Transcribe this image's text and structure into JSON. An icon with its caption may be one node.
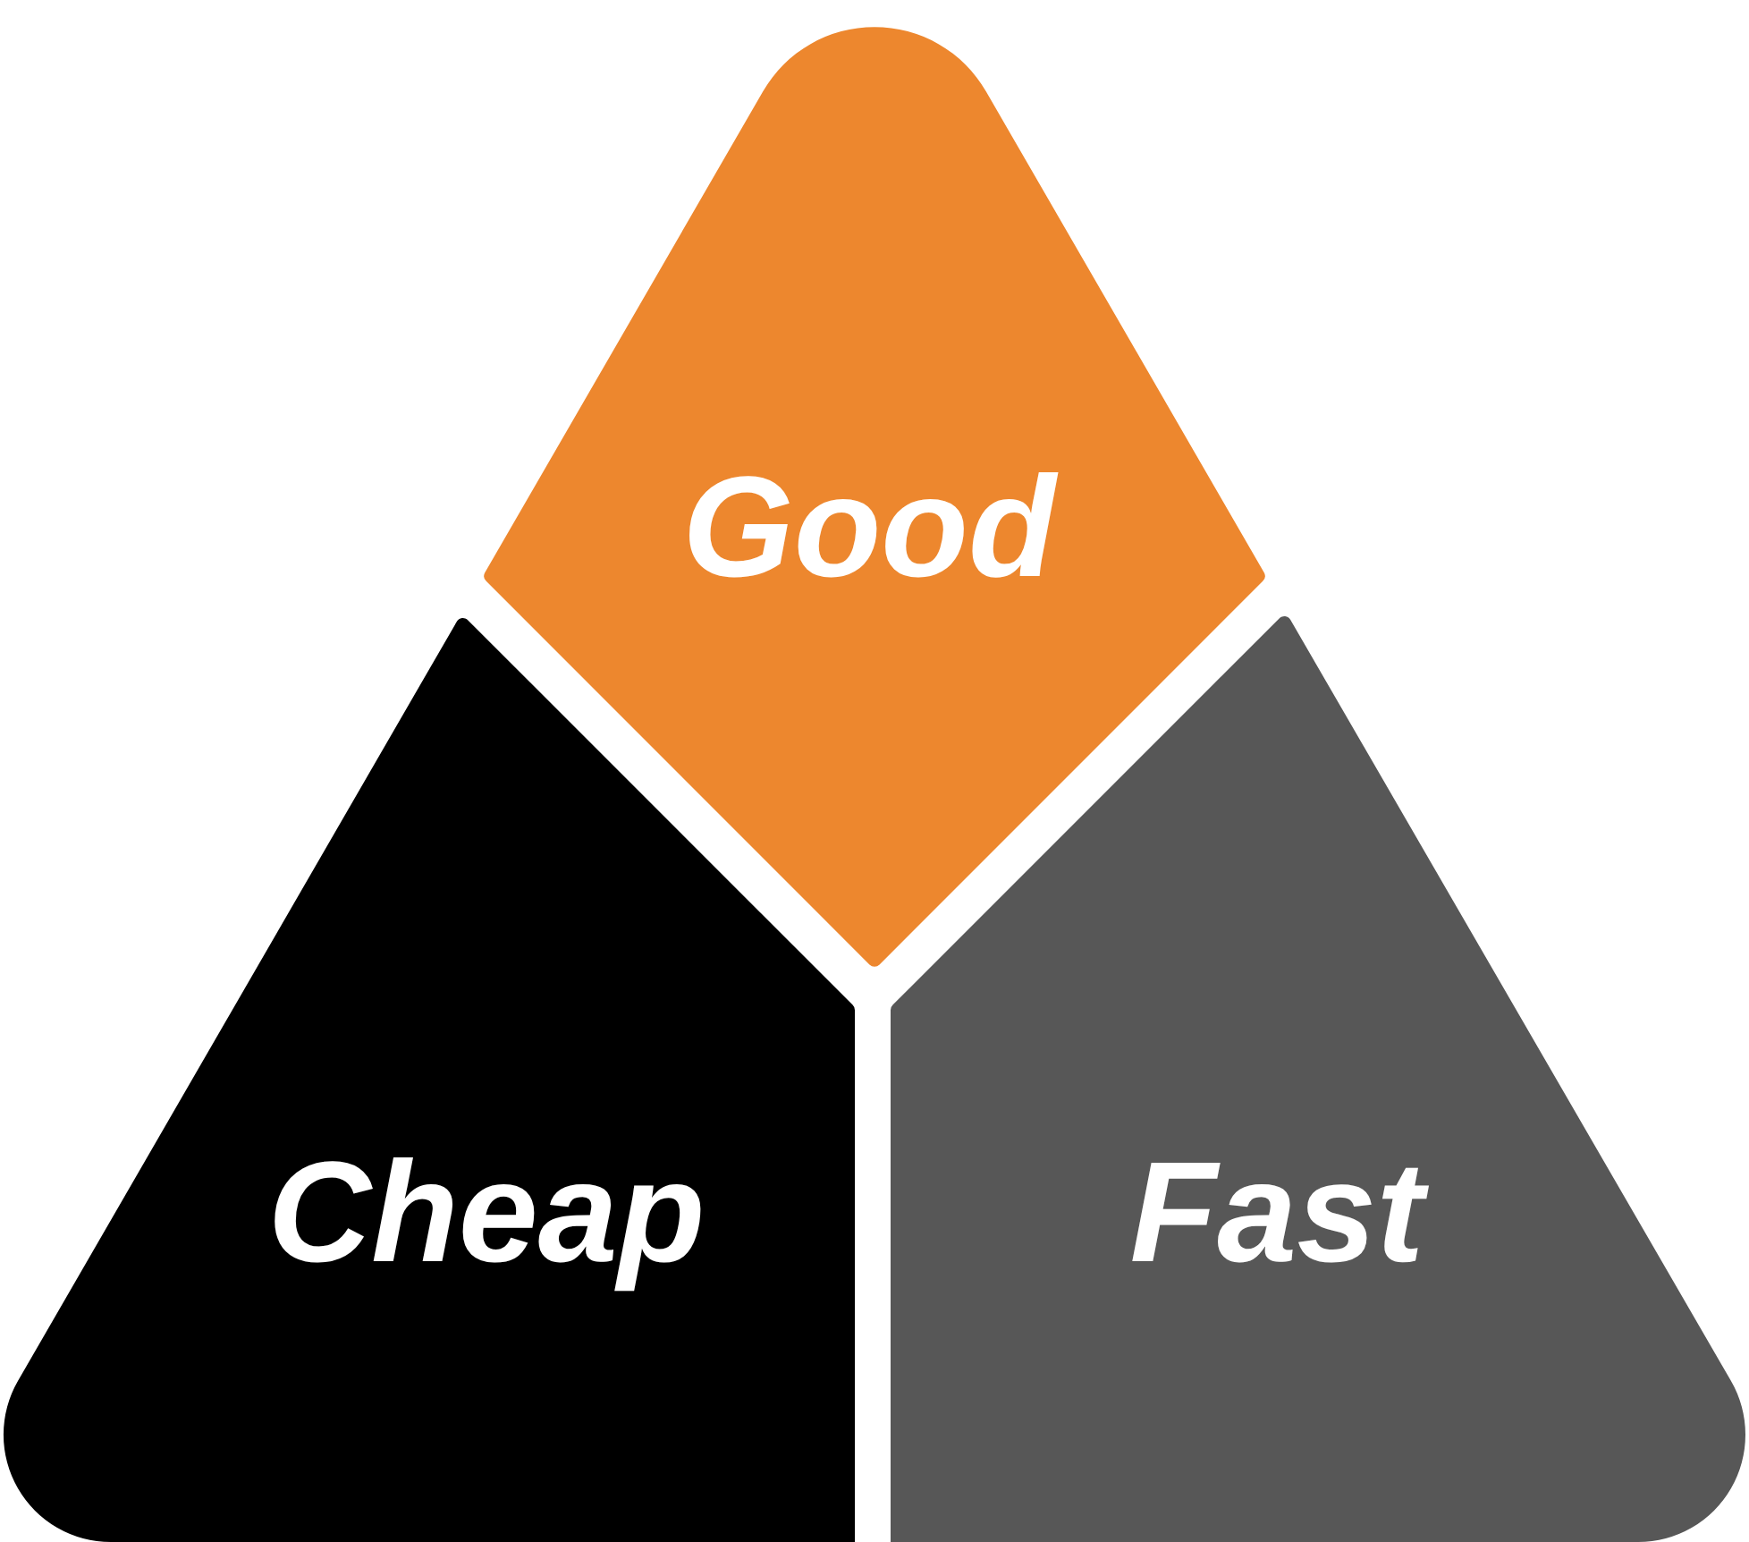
{
  "diagram": {
    "nodes": [
      {
        "text": [
          "Good"
        ]
      },
      {
        "text": [
          "Cheap"
        ]
      },
      {
        "text": [
          "Fast"
        ]
      }
    ]
  }
}
